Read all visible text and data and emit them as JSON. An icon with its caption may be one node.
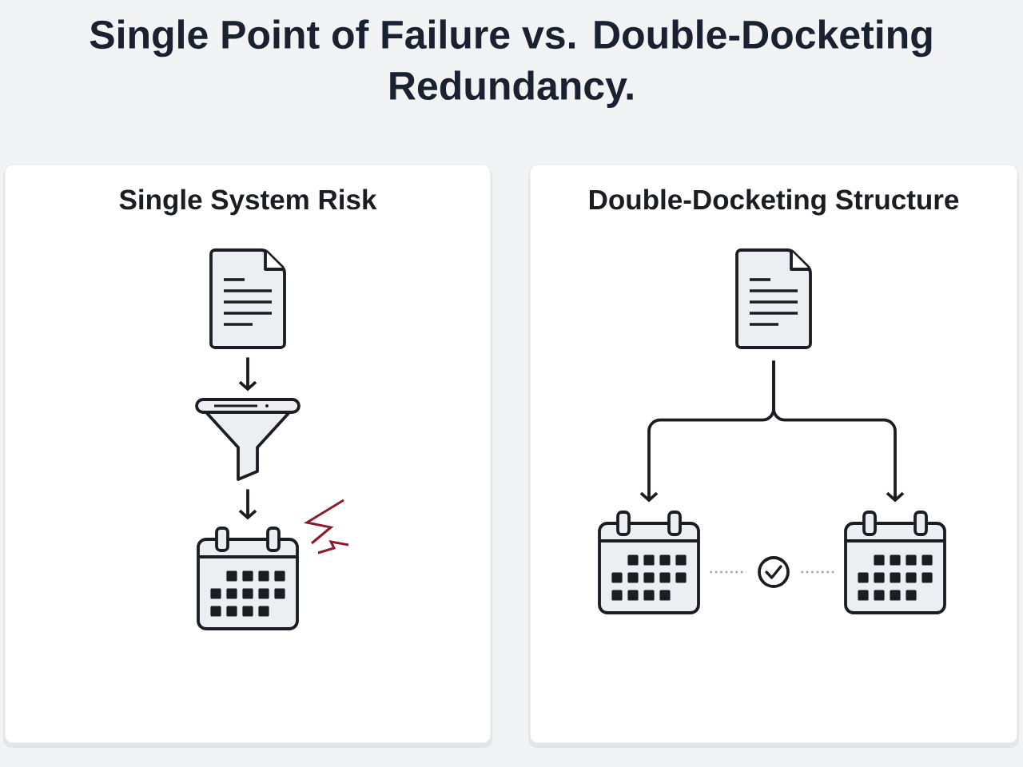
{
  "diagram": {
    "title": "Single Point of Failure vs. Double-Docketing Redundancy.",
    "nodes": [
      {
        "text": [
          "Single System Risk"
        ]
      },
      {
        "text": [],
        "shape": "document",
        "in": 0
      },
      {
        "text": [],
        "shape": "funnel",
        "in": 0
      },
      {
        "text": [],
        "shape": "calendar",
        "in": 0
      },
      {
        "text": [
          "Double-Docketing Structure"
        ]
      },
      {
        "text": [],
        "shape": "document",
        "in": 4
      },
      {
        "text": [],
        "shape": "calendar",
        "in": 4
      },
      {
        "text": [],
        "shape": "circle",
        "in": 4
      },
      {
        "text": [],
        "shape": "calendar",
        "in": 4
      }
    ],
    "edges": [
      {
        "from": 1,
        "to": 2,
        "arrow": "to"
      },
      {
        "from": 2,
        "to": 3,
        "arrow": "to"
      },
      {
        "from": 5,
        "to": 6,
        "arrow": "to"
      },
      {
        "from": 5,
        "to": 8,
        "arrow": "to"
      },
      {
        "from": 6,
        "to": 7,
        "arrow": "none",
        "style": "dashed",
        "color": "#9ca3af"
      },
      {
        "from": 7,
        "to": 8,
        "arrow": "none",
        "style": "dashed",
        "color": "#9ca3af"
      }
    ]
  }
}
